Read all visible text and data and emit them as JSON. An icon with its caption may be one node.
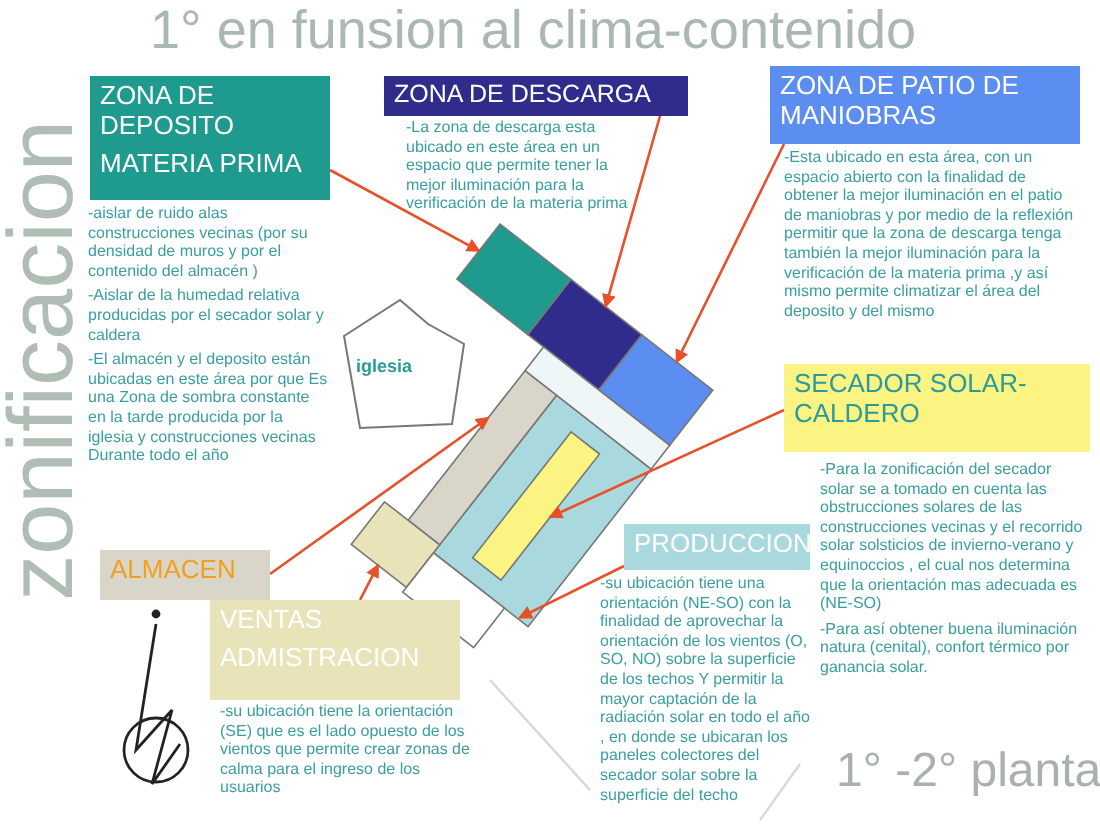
{
  "diagram": {
    "title": "1° en funsion al clima-contenido",
    "nodes": [
      {
        "text": [
          "ZONA DE DEPOSITO",
          "MATERIA PRIMA"
        ],
        "beside": [
          "-aislar de ruido alas construcciones vecinas (por su densidad de muros y por el contenido del almacén )",
          "-Aislar de la  humedad relativa producidas por el secador solar y caldera",
          "-El almacén y el deposito están ubicadas en este área  por que Es una Zona de sombra constante en la tarde producida por la iglesia y construcciones vecinas Durante todo el año"
        ]
      },
      {
        "text": [
          "ZONA DE DESCARGA"
        ],
        "beside": [
          "-La zona de descarga  esta ubicado en este área  en un espacio que permite tener la mejor iluminación para la verificación de la materia prima"
        ]
      },
      {
        "text": [
          "ZONA DE PATIO DE MANIOBRAS"
        ],
        "beside": [
          "-Esta ubicado en esta área, con un espacio abierto con la finalidad de obtener la mejor iluminación en el patio de maniobras  y por medio de la reflexión permitir que la zona de descarga tenga también  la mejor iluminación para la verificación de la materia prima ,y así mismo permite climatizar el área del deposito y del mismo"
        ]
      },
      {
        "text": [
          "SECADOR SOLAR-CALDERO"
        ],
        "beside": [
          "-Para la zonificación del secador solar se a tomado en cuenta las obstrucciones solares de las construcciones vecinas y el recorrido solar solsticios de invierno-verano y equinoccios , el cual nos determina que la orientación mas adecuada  es  (NE-SO)",
          "-Para así obtener buena iluminación natura (cenital), confort térmico por ganancia solar."
        ]
      },
      {
        "text": [
          "PRODUCCION"
        ],
        "beside": [
          "-su ubicación tiene una orientación (NE-SO) con la finalidad de  aprovechar la orientación de los vientos (O, SO, NO) sobre la superficie de los techos  Y permitir  la mayor captación de la   radiación solar en todo el año  , en donde se ubicaran  los paneles colectores del secador solar sobre la superficie del techo"
        ]
      },
      {
        "text": [
          "ALMACEN"
        ]
      },
      {
        "text": [
          "VENTAS",
          "ADMISTRACION"
        ],
        "beside": [
          "-su ubicación tiene la orientación (SE) que es el  lado opuesto de los vientos que permite crear zonas de calma para el ingreso de los  usuarios"
        ]
      },
      {
        "text": [
          "iglesia"
        ]
      },
      {
        "text": [],
        "shape": "box"
      },
      {
        "text": [],
        "shape": "box"
      },
      {
        "text": [],
        "shape": "box"
      },
      {
        "text": [],
        "shape": "box",
        "in": 12
      },
      {
        "text": [],
        "shape": "box"
      },
      {
        "text": [],
        "shape": "box"
      },
      {
        "text": [],
        "shape": "box"
      },
      {
        "text": [],
        "shape": "box"
      },
      {
        "text": [],
        "shape": "box"
      }
    ],
    "edges": [
      {
        "from": 0,
        "to": 8,
        "arrow": "to"
      },
      {
        "from": 1,
        "to": 9,
        "arrow": "to"
      },
      {
        "from": 2,
        "to": 10,
        "arrow": "to"
      },
      {
        "from": 3,
        "to": 11,
        "arrow": "to"
      },
      {
        "from": 4,
        "to": 12,
        "arrow": "to"
      },
      {
        "from": 5,
        "to": 13,
        "arrow": "to"
      },
      {
        "from": 6,
        "to": 14,
        "arrow": "to"
      }
    ],
    "labels": [
      "zonificacion",
      "1° -2° planta"
    ]
  }
}
